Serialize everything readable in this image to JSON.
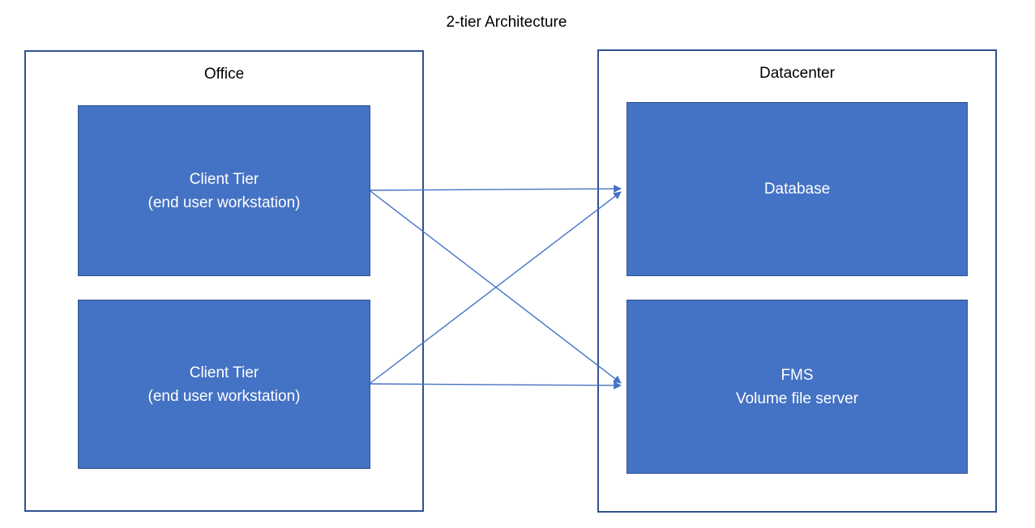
{
  "diagram": {
    "title": "2-tier Architecture",
    "groups": [
      {
        "id": "office",
        "label": "Office",
        "nodes": [
          {
            "id": "client-tier-1",
            "lines": [
              "Client Tier",
              "(end user workstation)"
            ]
          },
          {
            "id": "client-tier-2",
            "lines": [
              "Client Tier",
              "(end user workstation)"
            ]
          }
        ]
      },
      {
        "id": "datacenter",
        "label": "Datacenter",
        "nodes": [
          {
            "id": "database",
            "lines": [
              "Database"
            ]
          },
          {
            "id": "fms",
            "lines": [
              "FMS",
              "Volume file server"
            ]
          }
        ]
      }
    ],
    "edges": [
      {
        "from": "client-tier-1",
        "to": "database"
      },
      {
        "from": "client-tier-1",
        "to": "fms"
      },
      {
        "from": "client-tier-2",
        "to": "database"
      },
      {
        "from": "client-tier-2",
        "to": "fms"
      }
    ],
    "colors": {
      "node_fill": "#4472C4",
      "node_border": "#2F528F",
      "group_border": "#2F528F",
      "arrow": "#4472C4",
      "node_text": "#FFFFFF",
      "label_text": "#000000",
      "background": "#FFFFFF"
    }
  }
}
